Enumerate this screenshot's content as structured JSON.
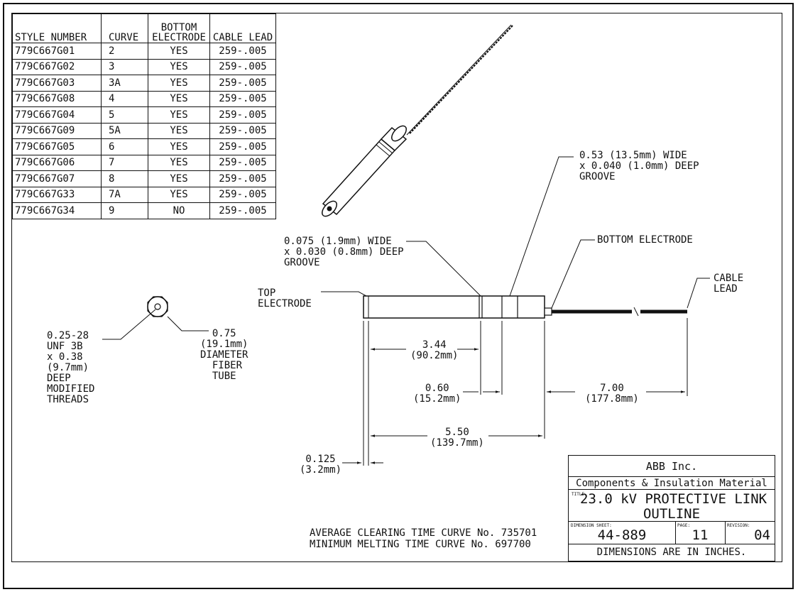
{
  "table": {
    "headers": {
      "style": "STYLE NUMBER",
      "curve": "CURVE",
      "bottom_line1": "BOTTOM",
      "bottom_line2": "ELECTRODE",
      "cable": "CABLE LEAD"
    },
    "rows": [
      {
        "style": "779C667G01",
        "curve": "2",
        "bottom": "YES",
        "cable": "259-.005"
      },
      {
        "style": "779C667G02",
        "curve": "3",
        "bottom": "YES",
        "cable": "259-.005"
      },
      {
        "style": "779C667G03",
        "curve": "3A",
        "bottom": "YES",
        "cable": "259-.005"
      },
      {
        "style": "779C667G08",
        "curve": "4",
        "bottom": "YES",
        "cable": "259-.005"
      },
      {
        "style": "779C667G04",
        "curve": "5",
        "bottom": "YES",
        "cable": "259-.005"
      },
      {
        "style": "779C667G09",
        "curve": "5A",
        "bottom": "YES",
        "cable": "259-.005"
      },
      {
        "style": "779C667G05",
        "curve": "6",
        "bottom": "YES",
        "cable": "259-.005"
      },
      {
        "style": "779C667G06",
        "curve": "7",
        "bottom": "YES",
        "cable": "259-.005"
      },
      {
        "style": "779C667G07",
        "curve": "8",
        "bottom": "YES",
        "cable": "259-.005"
      },
      {
        "style": "779C667G33",
        "curve": "7A",
        "bottom": "YES",
        "cable": "259-.005"
      },
      {
        "style": "779C667G34",
        "curve": "9",
        "bottom": "NO",
        "cable": "259-.005"
      }
    ]
  },
  "callouts": {
    "wide_groove": "0.53 (13.5mm) WIDE\nx 0.040 (1.0mm) DEEP\nGROOVE",
    "narrow_groove": "0.075 (1.9mm) WIDE\nx 0.030 (0.8mm) DEEP\nGROOVE",
    "bottom_electrode": "BOTTOM ELECTRODE",
    "cable_lead": "CABLE\nLEAD",
    "top_electrode": "TOP\nELECTRODE",
    "threads": "0.25-28\nUNF 3B\nx 0.38\n(9.7mm)\nDEEP\nMODIFIED\nTHREADS",
    "fiber_tube": "  0.75\n(19.1mm)\nDIAMETER\n  FIBER\n  TUBE"
  },
  "dimensions": {
    "d344": "3.44\n(90.2mm)",
    "d060": "0.60\n(15.2mm)",
    "d700": "7.00\n(177.8mm)",
    "d550": "5.50\n(139.7mm)",
    "d0125": "0.125\n(3.2mm)"
  },
  "curves": {
    "clearing": "AVERAGE CLEARING TIME CURVE No. 735701",
    "melting": "MINIMUM MELTING TIME CURVE No. 697700"
  },
  "title_block": {
    "company": "ABB Inc.",
    "division": "Components & Insulation Material",
    "title_tag": "TITLE",
    "title_line1": "23.0 kV PROTECTIVE LINK",
    "title_line2": "OUTLINE",
    "sheet_tag": "DIMENSION SHEET:",
    "sheet": "44-889",
    "page_tag": "PAGE:",
    "page": "11",
    "revision_tag": "REVISION:",
    "revision": "04",
    "units_note": "DIMENSIONS ARE IN INCHES."
  }
}
